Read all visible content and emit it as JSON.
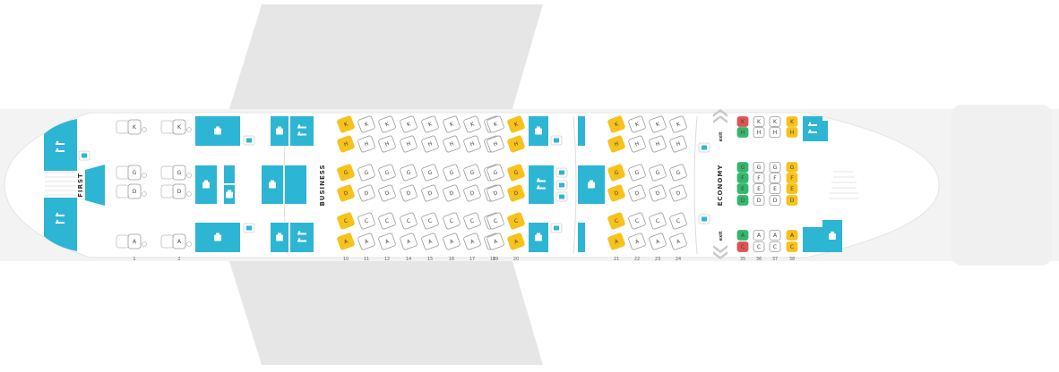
{
  "cabins": {
    "first": "FIRST",
    "business": "BUSINESS",
    "economy": "ECONOMY"
  },
  "exit_label": "exit",
  "colors": {
    "available": "#ffffff",
    "premium": "#f7c21b",
    "available_green": "#33b86b",
    "occupied_red": "#e05353",
    "facility": "#2db5d4",
    "fuselage": "#f3f3f3",
    "wing": "#e6e6e6"
  },
  "first_rows": [
    {
      "row": "1",
      "seats": [
        "K",
        "G",
        "D",
        "A"
      ]
    },
    {
      "row": "2",
      "seats": [
        "K",
        "G",
        "D",
        "A"
      ]
    }
  ],
  "business_rows": [
    {
      "row": "10",
      "seats": [
        "K",
        "H",
        "G",
        "D",
        "C",
        "A"
      ],
      "premium": [
        "K",
        "H",
        "G",
        "D",
        "C",
        "A"
      ]
    },
    {
      "row": "11",
      "seats": [
        "K",
        "H",
        "G",
        "D",
        "C",
        "A"
      ],
      "premium": []
    },
    {
      "row": "12",
      "seats": [
        "K",
        "H",
        "G",
        "D",
        "C",
        "A"
      ],
      "premium": []
    },
    {
      "row": "14",
      "seats": [
        "K",
        "H",
        "G",
        "D",
        "C",
        "A"
      ],
      "premium": []
    },
    {
      "row": "15",
      "seats": [
        "K",
        "H",
        "G",
        "D",
        "C",
        "A"
      ],
      "premium": []
    },
    {
      "row": "16",
      "seats": [
        "K",
        "H",
        "G",
        "D",
        "C",
        "A"
      ],
      "premium": []
    },
    {
      "row": "17",
      "seats": [
        "K",
        "H",
        "G",
        "D",
        "C",
        "A"
      ],
      "premium": []
    },
    {
      "row": "18",
      "seats": [
        "K",
        "H",
        "G",
        "D",
        "C",
        "A"
      ],
      "premium": []
    },
    {
      "row": "19",
      "seats": [
        "K",
        "H",
        "G",
        "D",
        "C",
        "A"
      ],
      "premium": []
    },
    {
      "row": "20",
      "seats": [
        "K",
        "H",
        "G",
        "D",
        "C",
        "A"
      ],
      "premium": [
        "K",
        "H",
        "G",
        "D",
        "C",
        "A"
      ]
    },
    {
      "row": "21",
      "seats": [
        "K",
        "H",
        "G",
        "D",
        "C",
        "A"
      ],
      "premium": [
        "K",
        "H",
        "G",
        "D",
        "C",
        "A"
      ]
    },
    {
      "row": "22",
      "seats": [
        "K",
        "H",
        "G",
        "D",
        "C",
        "A"
      ],
      "premium": []
    },
    {
      "row": "23",
      "seats": [
        "K",
        "H",
        "G",
        "D",
        "C",
        "A"
      ],
      "premium": []
    },
    {
      "row": "24",
      "seats": [
        "K",
        "H",
        "G",
        "D",
        "C",
        "A"
      ],
      "premium": []
    }
  ],
  "economy_rows": [
    {
      "row": "35",
      "seats": [
        "H",
        "K",
        "D",
        "E",
        "F",
        "G",
        "A",
        "C"
      ],
      "premium": [],
      "green": [
        "H",
        "D",
        "E",
        "F",
        "G",
        "A"
      ],
      "red": [
        "K",
        "C"
      ]
    },
    {
      "row": "36",
      "seats": [
        "H",
        "K",
        "D",
        "E",
        "F",
        "G",
        "A",
        "C"
      ],
      "premium": [],
      "green": [],
      "red": []
    },
    {
      "row": "37",
      "seats": [
        "H",
        "K",
        "D",
        "E",
        "F",
        "G",
        "A",
        "C"
      ],
      "premium": [],
      "green": [],
      "red": []
    },
    {
      "row": "38",
      "seats": [
        "H",
        "K",
        "D",
        "E",
        "F",
        "G",
        "A",
        "C"
      ],
      "premium": [
        "H",
        "K",
        "D",
        "E",
        "F",
        "G",
        "A",
        "C"
      ],
      "green": [],
      "red": []
    }
  ],
  "icons": {
    "galley": "galley-icon",
    "lavatory": "lavatory-icon",
    "closet": "closet-icon",
    "exit": "exit-chevron-icon"
  }
}
